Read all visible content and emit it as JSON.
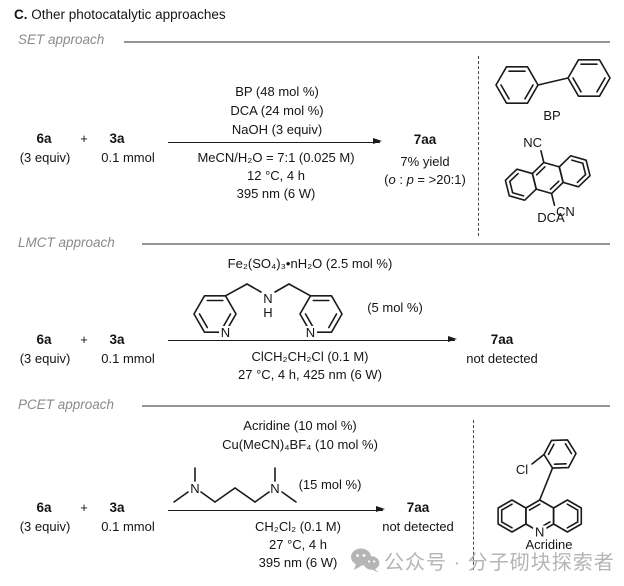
{
  "title": {
    "prefix": "C.",
    "rest": " Other photocatalytic approaches"
  },
  "set": {
    "label": "SET approach",
    "reactant1": "6a",
    "plus": "+",
    "reactant2": "3a",
    "note1": "(3 equiv)",
    "note2": "0.1 mmol",
    "above": [
      "BP (48 mol %)",
      "DCA (24 mol %)",
      "NaOH (3 equiv)"
    ],
    "below": [
      "MeCN/H₂O = 7:1 (0.025 M)",
      "12 °C, 4 h",
      "395 nm (6 W)"
    ],
    "product": "7aa",
    "yield": "7% yield",
    "ratio": {
      "open": "(",
      "o": "o",
      "sep": " : ",
      "p": "p",
      "rest": " = >20:1)"
    },
    "bp_label": "BP",
    "dca_label": "DCA",
    "nc": "NC",
    "cn": "CN"
  },
  "lmct": {
    "label": "LMCT approach",
    "reactant1": "6a",
    "plus": "+",
    "reactant2": "3a",
    "note1": "(3 equiv)",
    "note2": "0.1 mmol",
    "catalyst": "Fe₂(SO₄)₃•nH₂O (2.5 mol %)",
    "ligand_note": "(5 mol %)",
    "ligand_n": "N",
    "ligand_h": "H",
    "below": [
      "ClCH₂CH₂Cl (0.1 M)",
      "27 °C, 4 h, 425 nm (6 W)"
    ],
    "product": "7aa",
    "result": "not detected"
  },
  "pcet": {
    "label": "PCET approach",
    "reactant1": "6a",
    "plus": "+",
    "reactant2": "3a",
    "note1": "(3 equiv)",
    "note2": "0.1 mmol",
    "above": [
      "Acridine (10 mol %)",
      "Cu(MeCN)₄BF₄ (10 mol %)"
    ],
    "ligand_note": "(15 mol %)",
    "ligand_n": "N",
    "below": [
      "CH₂Cl₂ (0.1 M)",
      "27 °C, 4 h",
      "395 nm (6 W)"
    ],
    "product": "7aa",
    "result": "not detected",
    "cl": "Cl",
    "n": "N",
    "structure_label": "Acridine"
  },
  "watermark": {
    "text": "公众号 · 分子砌块探索者"
  }
}
